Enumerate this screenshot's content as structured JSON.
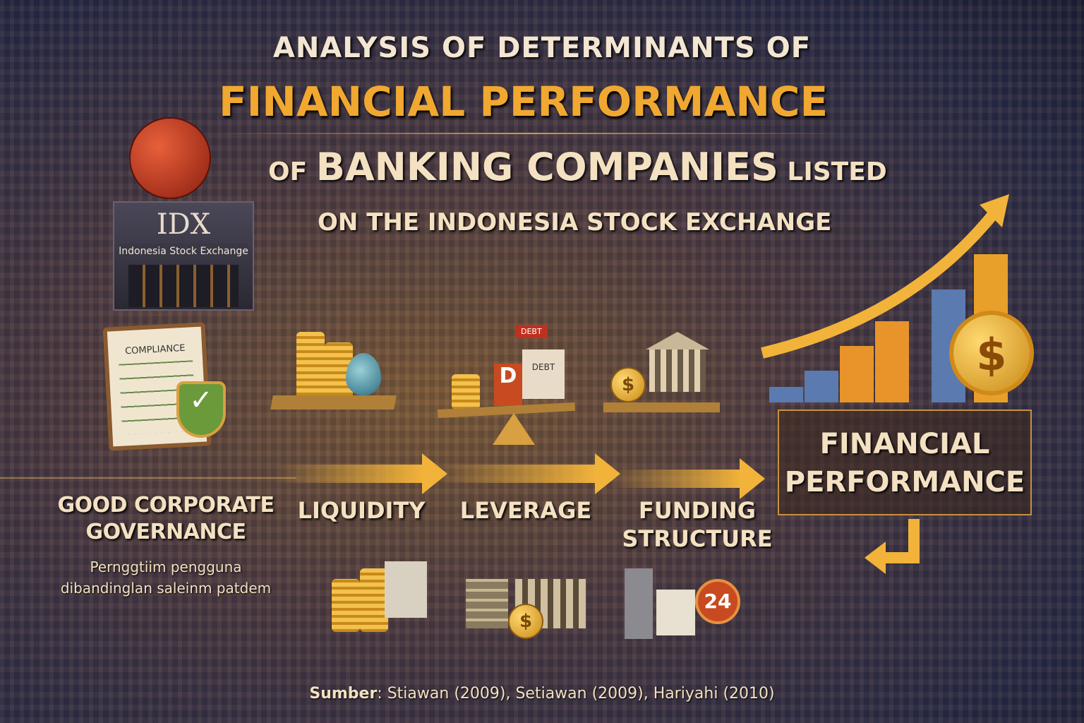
{
  "title": {
    "line1": "ANALYSIS OF DETERMINANTS OF",
    "line2": "FINANCIAL PERFORMANCE",
    "line3_prefix": "OF ",
    "line3_main": "BANKING COMPANIES",
    "line3_suffix": " LISTED",
    "line4": "ON THE INDONESIA STOCK EXCHANGE"
  },
  "idx": {
    "logo": "IDX",
    "name": "Indonesia Stock Exchange"
  },
  "icons": {
    "clipboard_label": "COMPLIANCE",
    "debt_tag": "DEBT",
    "debt_sign": "DEBT",
    "clock_badge": "24",
    "dollar": "$"
  },
  "factors": [
    {
      "label": "GOOD CORPORATE GOVERNANCE",
      "description_line1": "Pernggtiim pengguna",
      "description_line2": "dibandinglan saleinm patdem"
    },
    {
      "label": "LIQUIDITY"
    },
    {
      "label": "LEVERAGE"
    },
    {
      "label": "FUNDING STRUCTURE"
    }
  ],
  "outcome": {
    "label_line1": "FINANCIAL",
    "label_line2": "PERFORMANCE"
  },
  "source": {
    "prefix": "Sumber",
    "text": ": Stiawan (2009), Setiawan (2009), Hariyahi (2010)"
  },
  "colors": {
    "gold": "#f2b33a",
    "cream": "#f3e1c2",
    "blue": "#5a7ab0"
  }
}
